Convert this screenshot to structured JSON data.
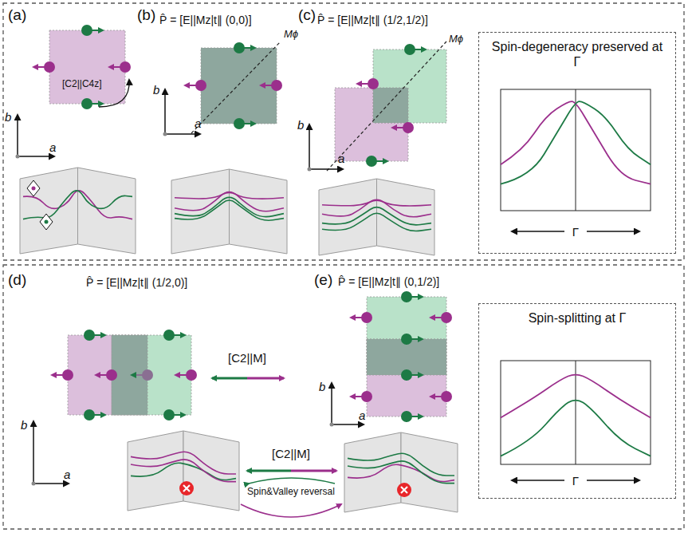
{
  "diagram": {
    "nodes": [
      {
        "text": [
          "Spin-degeneracy preserved at Γ"
        ]
      },
      {
        "text": [
          "Spin-splitting at Γ"
        ]
      }
    ],
    "labels": [
      "(a)",
      "b",
      "a",
      "[C2||C4z]",
      "(b)",
      "P̂ = [E||Mz|t∥ (0,0)]",
      "b",
      "a",
      "Mϕ",
      "(c)",
      "P̂ = [E||Mz|t∥ (1/2,1/2)]",
      "b",
      "a",
      "Mϕ",
      "Γ",
      "(d)",
      "P̂ = [E||Mz|t∥ (1/2,0)]",
      "b",
      "a",
      "[C2||M]",
      "(e)",
      "P̂ = [E||Mz|t∥ (0,1/2)]",
      "b",
      "a",
      "[C2||M]",
      "Spin&Valley reversal",
      "Γ"
    ]
  }
}
